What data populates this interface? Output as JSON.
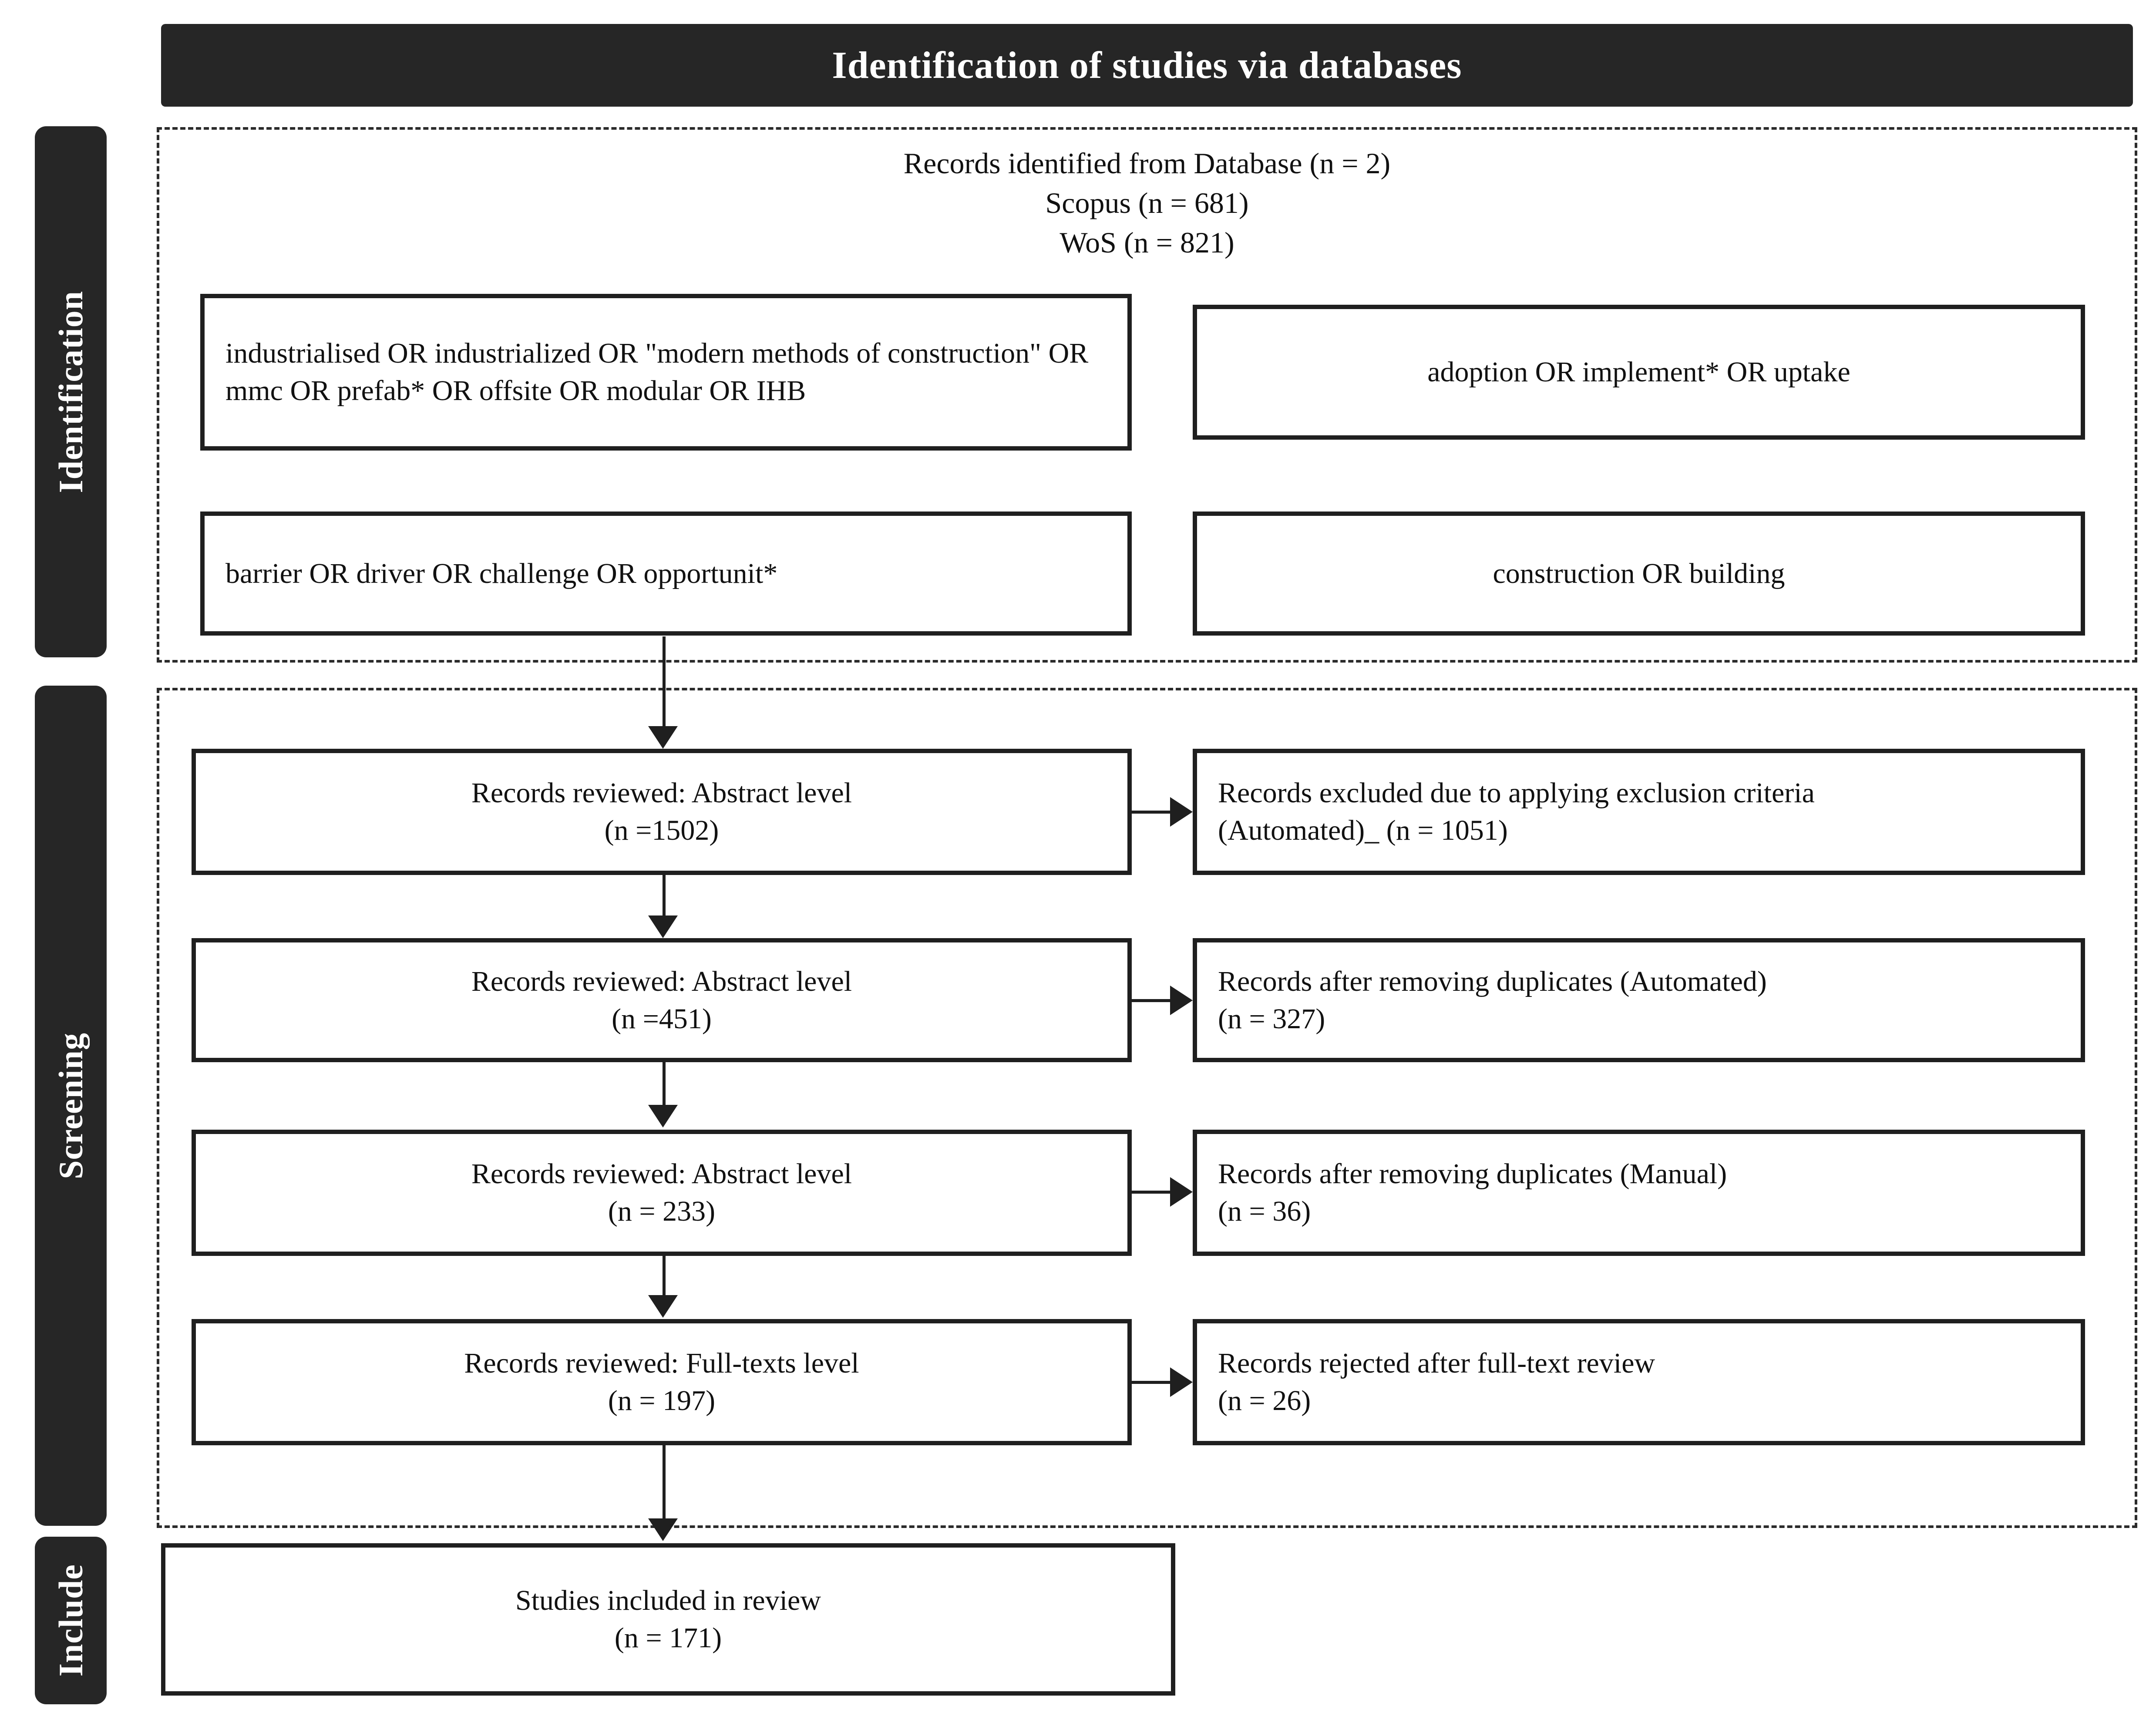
{
  "header": {
    "title": "Identification of studies via databases"
  },
  "stages": [
    {
      "key": "identification",
      "label": "Identification"
    },
    {
      "key": "screening",
      "label": "Screening"
    },
    {
      "key": "include",
      "label": "Include"
    }
  ],
  "identification": {
    "records_line_1": "Records identified from Database (n = 2)",
    "records_line_2": "Scopus (n = 681)",
    "records_line_3": "WoS (n = 821)",
    "search_terms": [
      {
        "id": "population",
        "text": "industrialised OR industrialized OR \"modern methods of construction\" OR mmc OR prefab* OR offsite OR modular OR IHB"
      },
      {
        "id": "intervention",
        "text": "adoption OR implement* OR uptake"
      },
      {
        "id": "outcome",
        "text": "barrier OR driver OR challenge OR opportunit*"
      },
      {
        "id": "context",
        "text": "construction OR building"
      }
    ]
  },
  "screening": {
    "rows": [
      {
        "left_line_1": "Records reviewed: Abstract level",
        "left_line_2": "(n =1502)",
        "right_line_1": "Records excluded due to applying exclusion criteria",
        "right_line_2": "(Automated)_ (n = 1051)"
      },
      {
        "left_line_1": "Records reviewed: Abstract level",
        "left_line_2": "(n =451)",
        "right_line_1": "Records after removing duplicates (Automated)",
        "right_line_2": "(n = 327)"
      },
      {
        "left_line_1": "Records reviewed: Abstract level",
        "left_line_2": "(n = 233)",
        "right_line_1": "Records after removing duplicates (Manual)",
        "right_line_2": "(n = 36)"
      },
      {
        "left_line_1": "Records reviewed: Full-texts level",
        "left_line_2": "(n = 197)",
        "right_line_1": "Records rejected after full-text review",
        "right_line_2": "(n = 26)"
      }
    ]
  },
  "include": {
    "line_1": "Studies included in review",
    "line_2": "(n = 171)"
  },
  "colors": {
    "banner_background": "#262626",
    "banner_text": "#ffffff",
    "box_border": "#1f1f1f",
    "page_background": "#ffffff",
    "text": "#111111"
  }
}
